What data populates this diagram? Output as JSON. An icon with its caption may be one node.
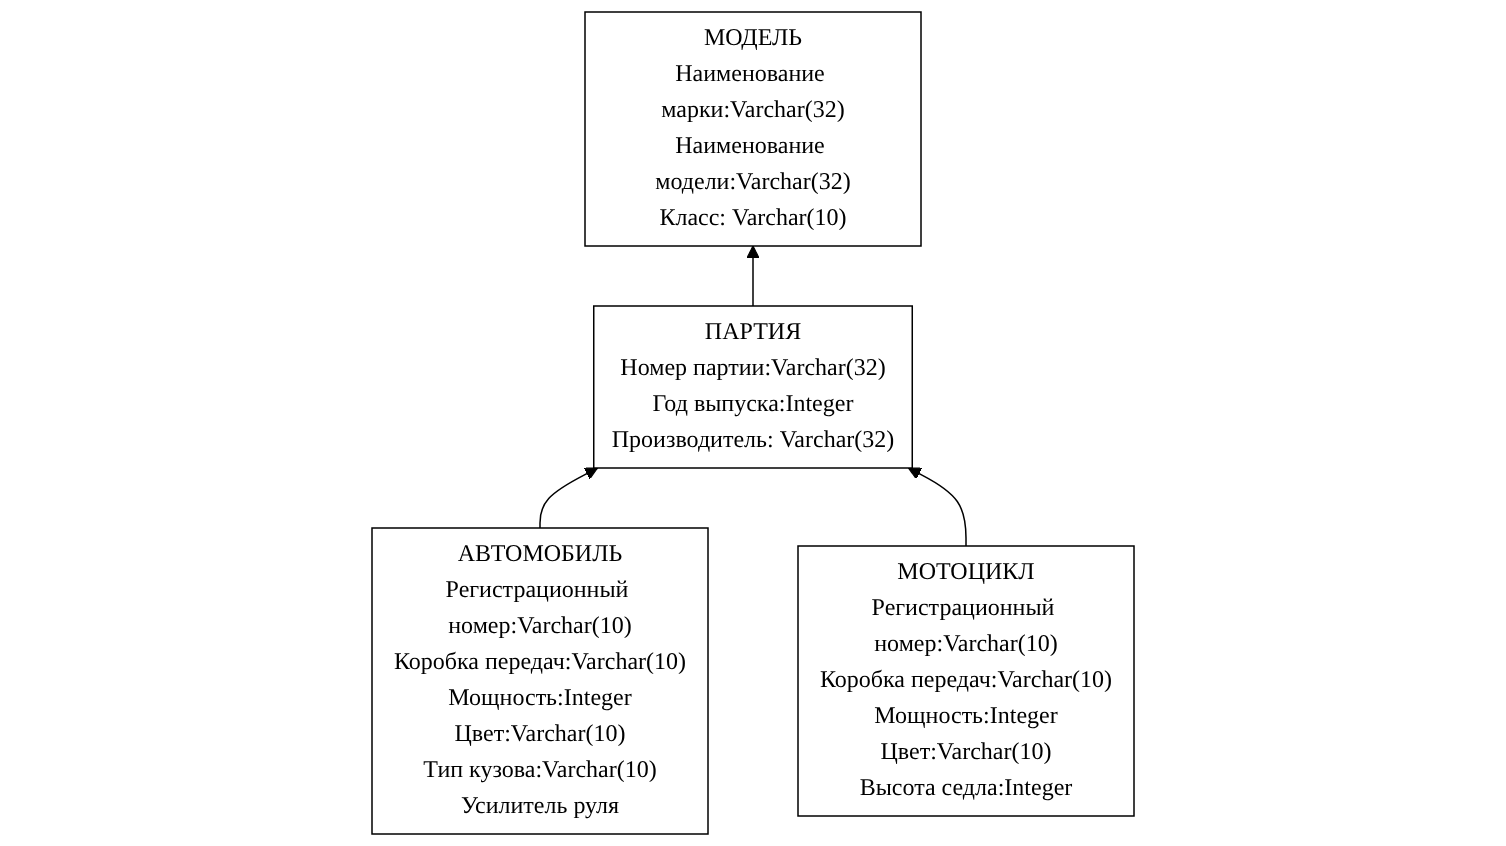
{
  "diagram": {
    "nodes": [
      {
        "text": [
          "МОДЕЛЬ",
          "Наименование марки:Varchar(32)",
          "Наименование модели:Varchar(32)",
          "Класс: Varchar(10)"
        ]
      },
      {
        "text": [
          "ПАРТИЯ",
          "Номер партии:Varchar(32)",
          "Год выпуска:Integer",
          "Производитель: Varchar(32)"
        ]
      },
      {
        "text": [
          "АВТОМОБИЛЬ",
          "Регистрационный номер:Varchar(10)",
          "Коробка передач:Varchar(10)",
          "Мощность:Integer",
          "Цвет:Varchar(10)",
          "Тип кузова:Varchar(10)",
          "Усилитель руля"
        ]
      },
      {
        "text": [
          "МОТОЦИКЛ",
          "Регистрационный номер:Varchar(10)",
          "Коробка передач:Varchar(10)",
          "Мощность:Integer",
          "Цвет:Varchar(10)",
          "Высота седла:Integer"
        ]
      }
    ],
    "edges": [
      {
        "from": 1,
        "to": 0,
        "arrow": "to"
      },
      {
        "from": 2,
        "to": 1,
        "arrow": "to"
      },
      {
        "from": 3,
        "to": 1,
        "arrow": "to"
      }
    ]
  }
}
